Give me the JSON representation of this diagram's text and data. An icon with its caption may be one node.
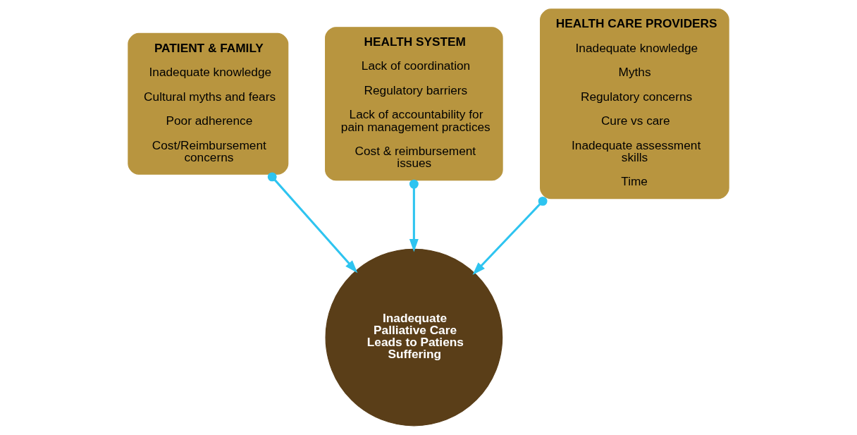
{
  "diagram": {
    "nodes": [
      {
        "text": [
          "PATIENT & FAMILY",
          "Inadequate knowledge",
          "Cultural myths and fears",
          "Poor adherence",
          "Cost/Reimbursement concerns"
        ]
      },
      {
        "text": [
          "HEALTH SYSTEM",
          "Lack of coordination",
          "Regulatory barriers",
          "Lack of accountability for pain management practices",
          "Cost & reimbursement issues"
        ]
      },
      {
        "text": [
          "HEALTH CARE PROVIDERS",
          "Inadequate knowledge",
          "Myths",
          "Regulatory concerns",
          "Cure vs care",
          "Inadequate assessment skills",
          "Time"
        ]
      },
      {
        "text": [
          "Inadequate Palliative Care Leads to Patiens Suffering"
        ]
      }
    ],
    "edges": [
      {
        "from": 0,
        "to": 3,
        "arrow": "to"
      },
      {
        "from": 1,
        "to": 3,
        "arrow": "to"
      },
      {
        "from": 2,
        "to": 3,
        "arrow": "to"
      }
    ]
  }
}
